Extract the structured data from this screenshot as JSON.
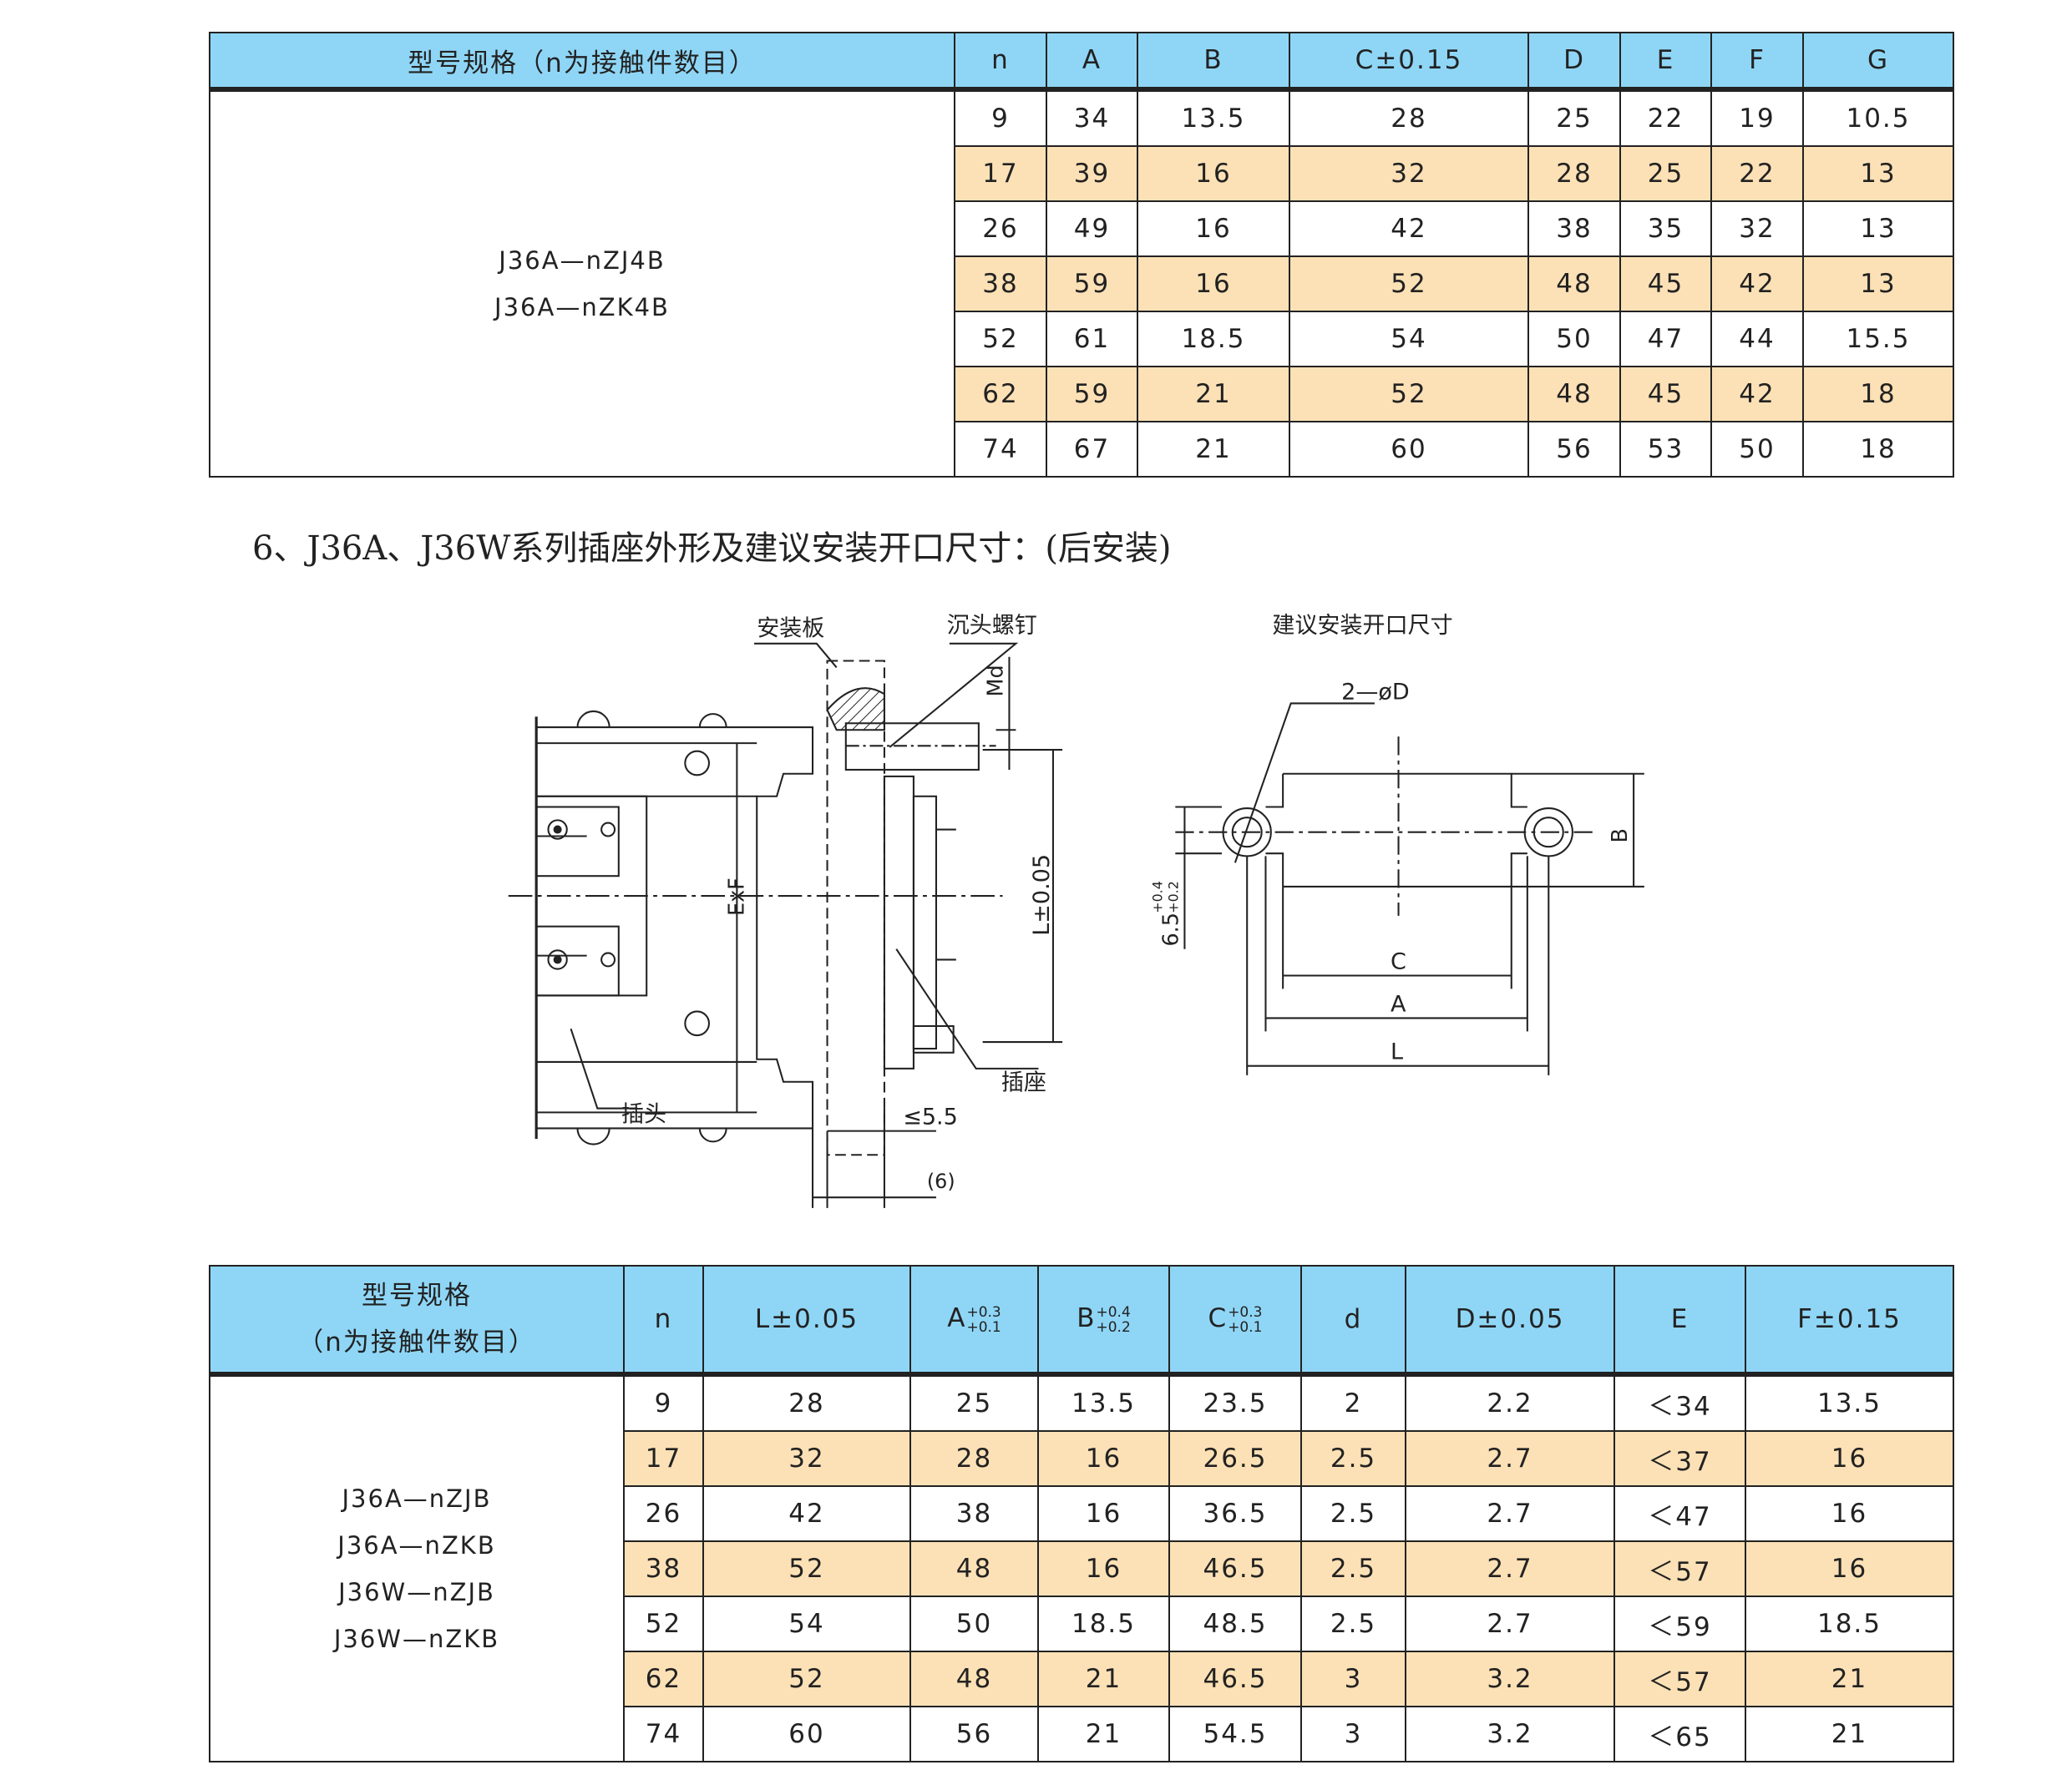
{
  "table1": {
    "headers": [
      "型号规格（n为接触件数目）",
      "n",
      "A",
      "B",
      "C±0.15",
      "D",
      "E",
      "F",
      "G"
    ],
    "models": [
      "J36A—nZJ4B",
      "J36A—nZK4B"
    ],
    "rows": [
      [
        "9",
        "34",
        "13.5",
        "28",
        "25",
        "22",
        "19",
        "10.5"
      ],
      [
        "17",
        "39",
        "16",
        "32",
        "28",
        "25",
        "22",
        "13"
      ],
      [
        "26",
        "49",
        "16",
        "42",
        "38",
        "35",
        "32",
        "13"
      ],
      [
        "38",
        "59",
        "16",
        "52",
        "48",
        "45",
        "42",
        "13"
      ],
      [
        "52",
        "61",
        "18.5",
        "54",
        "50",
        "47",
        "44",
        "15.5"
      ],
      [
        "62",
        "59",
        "21",
        "52",
        "48",
        "45",
        "42",
        "18"
      ],
      [
        "74",
        "67",
        "21",
        "60",
        "56",
        "53",
        "50",
        "18"
      ]
    ]
  },
  "section_heading": "6、J36A、J36W系列插座外形及建议安装开口尺寸：(后安装)",
  "diagram": {
    "mount_plate": "安装板",
    "countersunk_screw": "沉头螺钉",
    "md": "Md",
    "exf": "ExF",
    "l_dim": "L±0.05",
    "plug": "插头",
    "socket": "插座",
    "max55": "≤5.5",
    "six": "(6)",
    "cutout_title": "建议安装开口尺寸",
    "hole": "2—øD",
    "b": "B",
    "c": "C",
    "a": "A",
    "l": "L",
    "h65": "6.5",
    "h65_tol_up": "+0.4",
    "h65_tol_low": "+0.2"
  },
  "table2": {
    "header_model_line1": "型号规格",
    "header_model_line2": "（n为接触件数目）",
    "headers": [
      {
        "main": "n"
      },
      {
        "main": "L±0.05"
      },
      {
        "main": "A",
        "up": "+0.3",
        "low": "+0.1"
      },
      {
        "main": "B",
        "up": "+0.4",
        "low": "+0.2"
      },
      {
        "main": "C",
        "up": "+0.3",
        "low": "+0.1"
      },
      {
        "main": "d"
      },
      {
        "main": "D±0.05"
      },
      {
        "main": "E"
      },
      {
        "main": "F±0.15"
      }
    ],
    "models": [
      "J36A—nZJB",
      "J36A—nZKB",
      "J36W—nZJB",
      "J36W—nZKB"
    ],
    "rows": [
      [
        "9",
        "28",
        "25",
        "13.5",
        "23.5",
        "2",
        "2.2",
        "＜34",
        "13.5"
      ],
      [
        "17",
        "32",
        "28",
        "16",
        "26.5",
        "2.5",
        "2.7",
        "＜37",
        "16"
      ],
      [
        "26",
        "42",
        "38",
        "16",
        "36.5",
        "2.5",
        "2.7",
        "＜47",
        "16"
      ],
      [
        "38",
        "52",
        "48",
        "16",
        "46.5",
        "2.5",
        "2.7",
        "＜57",
        "16"
      ],
      [
        "52",
        "54",
        "50",
        "18.5",
        "48.5",
        "2.5",
        "2.7",
        "＜59",
        "18.5"
      ],
      [
        "62",
        "52",
        "48",
        "21",
        "46.5",
        "3",
        "3.2",
        "＜57",
        "21"
      ],
      [
        "74",
        "60",
        "56",
        "21",
        "54.5",
        "3",
        "3.2",
        "＜65",
        "21"
      ]
    ]
  },
  "colors": {
    "header": "#8fd6f6",
    "alt_row": "#fde1b6"
  }
}
